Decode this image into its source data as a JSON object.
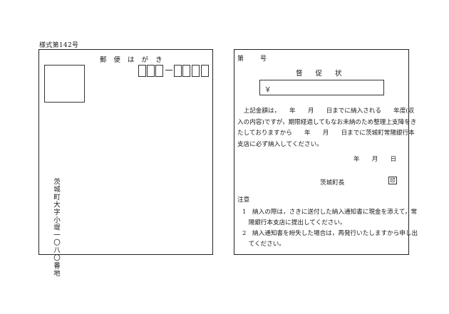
{
  "form_number": "様式第142号",
  "postcard": {
    "title_chars": [
      "郵",
      "便",
      "は",
      "が",
      "き"
    ],
    "address": "茨城町大字小堤一〇八〇番地"
  },
  "notice": {
    "number_label": "第",
    "number_suffix": "号",
    "title": "督促状",
    "amount_prefix": "￥",
    "body": "　上記金額は，　　年　　月　　日までに納入される　　年度(収\n入の内容)ですが，期限経過してもなお未納のため整理上支障をき\nたしておりますから　　年　　月　　日までに茨城町常陽銀行本\n支店に必ず納入してください。",
    "date_line": "年　　月　　日",
    "mayor": "茨城町長",
    "seal": "印",
    "notes_heading": "注意",
    "notes": [
      "1　納入の際は，さきに送付した納入通知書に現金を添えて，常\n　陽銀行本支店に提出してください。",
      "2　納入通知書を紛失した場合は，再発行いたしますから申し出\n　てください。"
    ]
  }
}
